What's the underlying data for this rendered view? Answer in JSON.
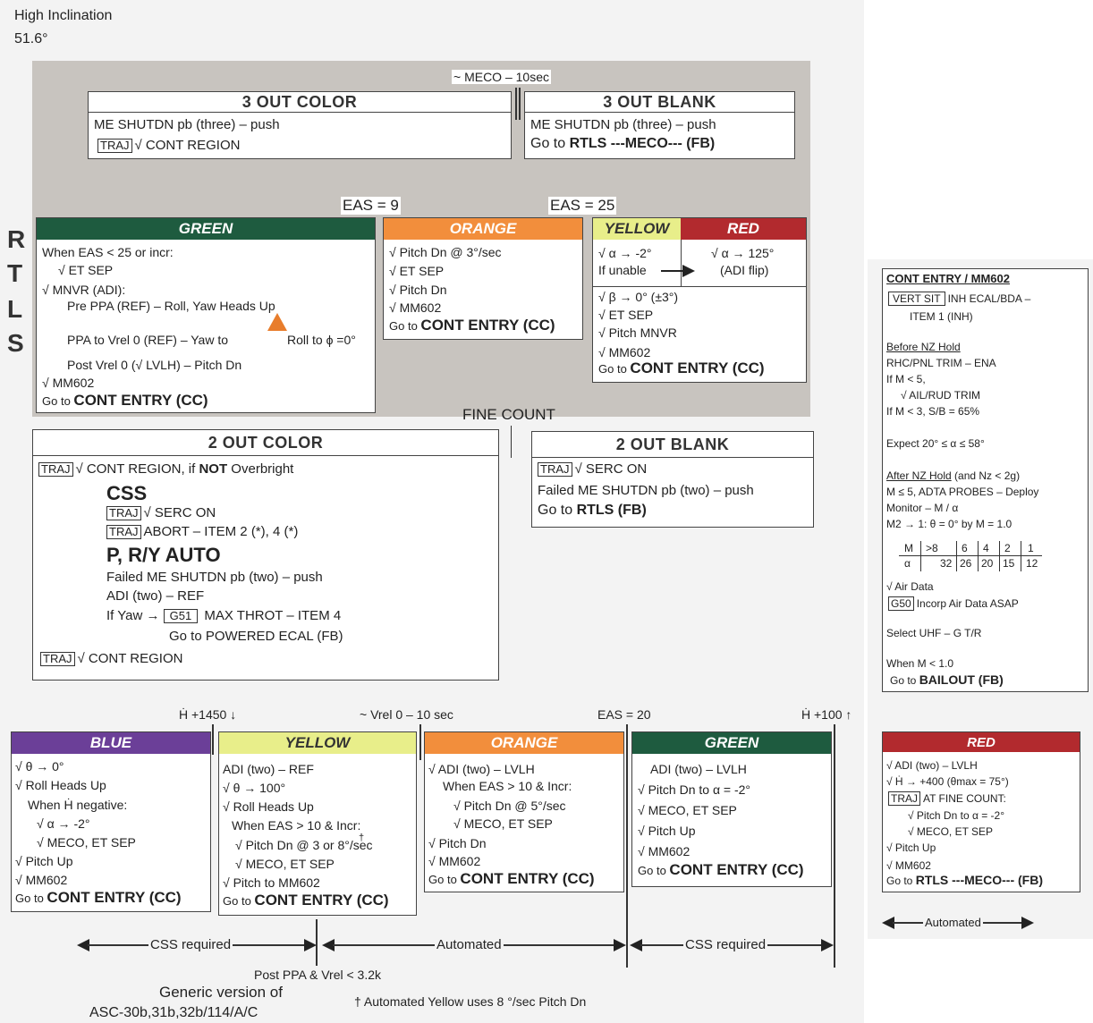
{
  "header": {
    "line1": "High Inclination",
    "line2": "51.6°"
  },
  "side_letters": [
    "R",
    "T",
    "L",
    "S"
  ],
  "meco_label": "~ MECO – 10sec",
  "three_out_color": {
    "title": "3 OUT COLOR",
    "line1": "ME SHUTDN pb (three) – push",
    "tag": "TRAJ",
    "line2": "√ CONT REGION"
  },
  "three_out_blank": {
    "title": "3 OUT BLANK",
    "line1": "ME SHUTDN pb (three) – push",
    "line2_pre": "Go to ",
    "line2_bold": "RTLS ---MECO--- (FB)"
  },
  "eas9": "EAS = 9",
  "eas25": "EAS = 25",
  "green_top": {
    "title": "GREEN",
    "lines": [
      "When EAS < 25 or incr:",
      "√ ET SEP",
      "√ MNVR (ADI):",
      "Pre PPA (REF) – Roll, Yaw Heads Up",
      "PPA to Vrel 0 (REF) – Yaw to",
      "Roll to ϕ =0°",
      "Post Vrel 0 (√ LVLH) – Pitch Dn",
      "√ MM602"
    ],
    "goto_pre": "Go to ",
    "goto_bold": "CONT ENTRY (CC)"
  },
  "orange_top": {
    "title": "ORANGE",
    "lines": [
      "√ Pitch Dn @ 3°/sec",
      "√ ET SEP",
      "√ Pitch Dn",
      "√ MM602"
    ],
    "goto_pre": "Go to ",
    "goto_bold": "CONT ENTRY (CC)"
  },
  "yellow_top": {
    "title": "YELLOW",
    "line1": "√ α → -2°",
    "line2": "If unable"
  },
  "red_top": {
    "title": "RED",
    "line1": "√ α → 125°",
    "line2": "(ADI flip)"
  },
  "yellow_red_lower": {
    "lines": [
      "√ β → 0° (±3°)",
      "√ ET SEP",
      "√ Pitch MNVR",
      "√ MM602"
    ],
    "goto_pre": "Go to ",
    "goto_bold": "CONT ENTRY (CC)"
  },
  "fine_count": "FINE COUNT",
  "two_out_color": {
    "title": "2 OUT COLOR",
    "tag": "TRAJ",
    "line1_pre": "√ CONT REGION, if ",
    "line1_bold": "NOT",
    "line1_post": " Overbright",
    "css": "CSS",
    "serc": "√ SERC ON",
    "abort": "ABORT – ITEM 2 (*), 4 (*)",
    "pry": "P, R/Y AUTO",
    "failed": "Failed ME SHUTDN pb (two) – push",
    "adi": "ADI (two) – REF",
    "yaw_pre": "If Yaw →",
    "g51": "G51",
    "yaw_post": "MAX THROT – ITEM 4",
    "goto": "Go to POWERED ECAL (FB)",
    "cont": "√ CONT REGION"
  },
  "two_out_blank": {
    "title": "2 OUT BLANK",
    "tag": "TRAJ",
    "serc": "√ SERC ON",
    "failed": "Failed ME SHUTDN pb  (two) – push",
    "goto_pre": "Go to ",
    "goto_bold": "RTLS (FB)"
  },
  "right_panel": {
    "title": "CONT ENTRY / MM602",
    "vert_sit": "VERT SIT",
    "inh": "INH ECAL/BDA –",
    "item1": "ITEM 1 (INH)",
    "before_nz": "Before NZ Hold",
    "rhc": "RHC/PNL TRIM – ENA",
    "if_m5": "If M < 5,",
    "ail": "√ AIL/RUD TRIM",
    "if_m3": "If M < 3, S/B = 65%",
    "expect": "Expect 20° ≤ α ≤ 58°",
    "after_nz": "After NZ Hold",
    "after_nz_post": "(and Nz < 2g)",
    "adta": "M ≤ 5, ADTA PROBES – Deploy",
    "monitor": "Monitor – M / α",
    "m2": "M2 → 1: θ = 0° by M = 1.0",
    "m_label": "M",
    "m_values": [
      ">8",
      "6",
      "4",
      "2",
      "1"
    ],
    "a_label": "α",
    "a_values": [
      "32",
      "26",
      "20",
      "15",
      "12"
    ],
    "air": "√ Air Data",
    "g50": "G50",
    "incorp": "Incorp Air Data ASAP",
    "uhf": "Select UHF – G T/R",
    "when": "When M < 1.0",
    "goto_pre": "Go to ",
    "goto_bold": "BAILOUT (FB)"
  },
  "timeline": {
    "hdot1450": "Ḣ +1450 ↓",
    "vrel": "~ Vrel 0 – 10 sec",
    "eas20": "EAS = 20",
    "hdot100": "Ḣ +100 ↑"
  },
  "blue": {
    "title": "BLUE",
    "lines": [
      "√ θ → 0°",
      "√ Roll Heads Up",
      "When Ḣ negative:",
      "√ α → -2°",
      "√ MECO, ET SEP",
      "√ Pitch Up",
      "√ MM602"
    ],
    "goto_pre": "Go to ",
    "goto_bold": "CONT ENTRY (CC)"
  },
  "yellow_bot": {
    "title": "YELLOW",
    "lines": [
      "ADI (two) – REF",
      "√ θ → 100°",
      "√ Roll Heads Up",
      "When EAS > 10 & Incr:",
      "√ Pitch Dn @ 3 or  8°/sec",
      "√ MECO, ET SEP",
      "√ Pitch to MM602"
    ],
    "dagger": "†",
    "goto_pre": "Go to ",
    "goto_bold": "CONT ENTRY (CC)"
  },
  "orange_bot": {
    "title": "ORANGE",
    "lines": [
      "√ ADI (two) – LVLH",
      "When EAS > 10 & Incr:",
      "√ Pitch Dn @ 5°/sec",
      "√ MECO, ET SEP",
      "√ Pitch Dn",
      "√ MM602"
    ],
    "goto_pre": "Go to ",
    "goto_bold": "CONT ENTRY (CC)"
  },
  "green_bot": {
    "title": "GREEN",
    "lines": [
      "ADI (two) – LVLH",
      "√ Pitch Dn to α = -2°",
      "√ MECO, ET SEP",
      "√ Pitch Up",
      "√ MM602"
    ],
    "goto_pre": "Go to ",
    "goto_bold": "CONT ENTRY (CC)"
  },
  "red_bot": {
    "title": "RED",
    "line1": "√ ADI (two) – LVLH",
    "line2": "√ Ḣ → +400 (θmax = 75°)",
    "tag": "TRAJ",
    "line3": "AT FINE COUNT:",
    "line4": "√ Pitch Dn to α = -2°",
    "line5": "√ MECO, ET SEP",
    "line6": "√ Pitch Up",
    "line7": "√ MM602",
    "goto_pre": "Go to ",
    "goto_bold": "RTLS ---MECO--- (FB)"
  },
  "arrows": {
    "css1": "CSS required",
    "auto": "Automated",
    "css2": "CSS required",
    "auto_right": "Automated"
  },
  "footer": {
    "post_ppa": "Post PPA & Vrel < 3.2k",
    "generic": "Generic version of",
    "asc": "ASC-30b,31b,32b/114/A/C",
    "note": "† Automated Yellow uses 8 °/sec Pitch Dn"
  },
  "colors": {
    "green": "#1e5b3f",
    "orange": "#f28e3c",
    "yellow": "#e8ee8a",
    "red": "#b22a2e",
    "blue": "#6b3f98",
    "gray": "#c8c4bf"
  }
}
